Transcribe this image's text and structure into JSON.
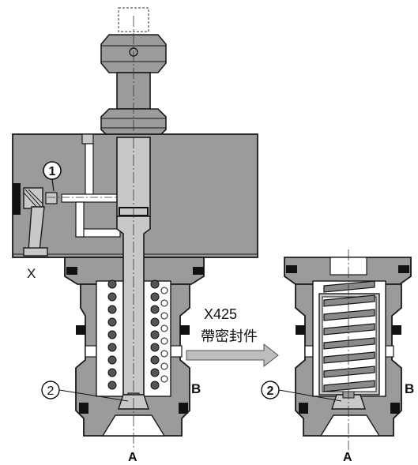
{
  "labels": {
    "callout_1": "1",
    "callout_2_left": "2",
    "callout_2_right": "2",
    "port_x": "X",
    "port_b_left": "B",
    "port_b_right": "B",
    "port_a_left": "A",
    "port_a_right": "A",
    "variant_code": "X425",
    "variant_desc": "帶密封件"
  },
  "colors": {
    "body_gray": "#9b9b9b",
    "light_gray": "#c8c8c8",
    "outline": "#1a1a1a",
    "black_seal": "#111111",
    "white": "#ffffff"
  }
}
